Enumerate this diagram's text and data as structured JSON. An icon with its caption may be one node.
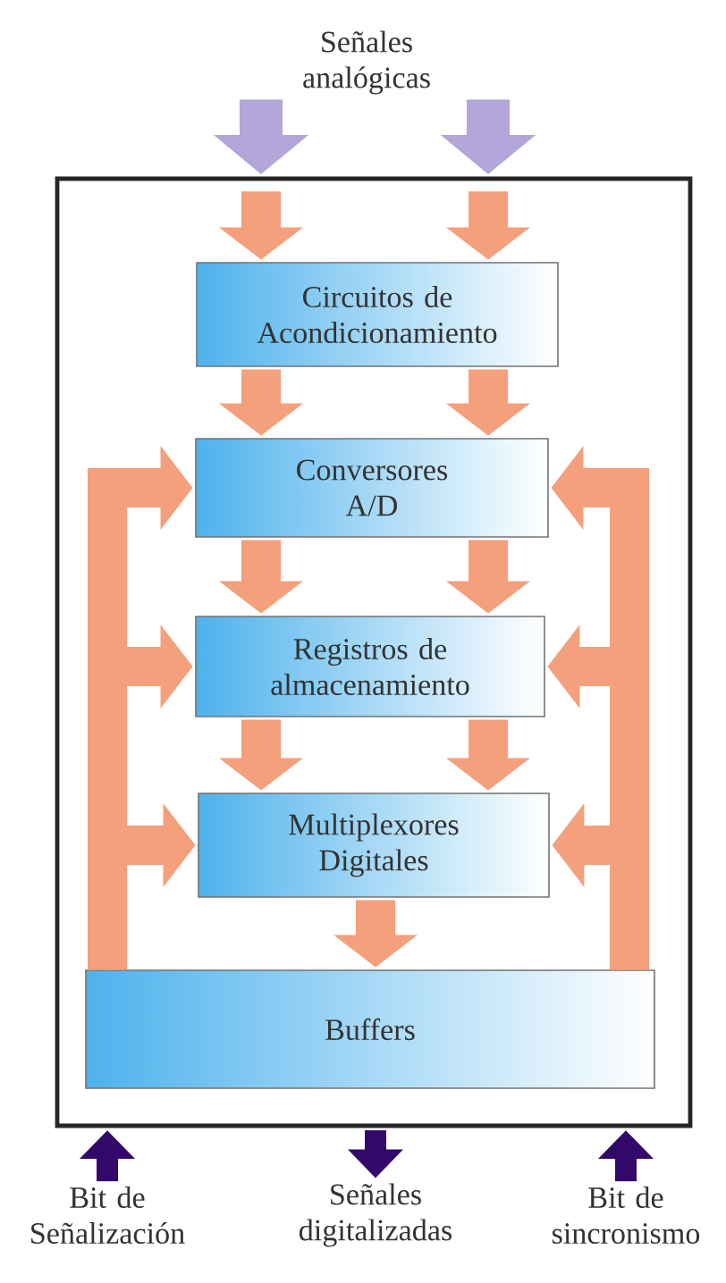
{
  "diagram": {
    "nodes": [
      {
        "text": [
          "Señales analógicas"
        ]
      },
      {
        "text": [],
        "shape": "box"
      },
      {
        "text": [
          "Circuitos de Acondicionamiento"
        ],
        "in": 1
      },
      {
        "text": [
          "Conversores A/D"
        ],
        "in": 1
      },
      {
        "text": [
          "Registros de almacenamiento"
        ],
        "in": 1
      },
      {
        "text": [
          "Multiplexores Digitales"
        ],
        "in": 1
      },
      {
        "text": [
          "Buffers"
        ],
        "in": 1
      },
      {
        "text": [
          "Bit de Señalización"
        ]
      },
      {
        "text": [
          "Señales digitalizadas"
        ]
      },
      {
        "text": [
          "Bit de sincronismo"
        ]
      }
    ],
    "edges": [
      {
        "from": 0,
        "to": 1,
        "arrow": "to",
        "color": "#b3a6d8"
      },
      {
        "from": 0,
        "to": 1,
        "arrow": "to",
        "color": "#b3a6d8"
      },
      {
        "from": 1,
        "to": 2,
        "arrow": "to"
      },
      {
        "from": 1,
        "to": 2,
        "arrow": "to"
      },
      {
        "from": 2,
        "to": 3,
        "arrow": "to"
      },
      {
        "from": 2,
        "to": 3,
        "arrow": "to"
      },
      {
        "from": 3,
        "to": 4,
        "arrow": "to"
      },
      {
        "from": 3,
        "to": 4,
        "arrow": "to"
      },
      {
        "from": 4,
        "to": 5,
        "arrow": "to"
      },
      {
        "from": 4,
        "to": 5,
        "arrow": "to"
      },
      {
        "from": 5,
        "to": 6,
        "arrow": "to"
      },
      {
        "from": 6,
        "to": 3,
        "arrow": "to"
      },
      {
        "from": 6,
        "to": 4,
        "arrow": "to"
      },
      {
        "from": 6,
        "to": 5,
        "arrow": "to"
      },
      {
        "from": 6,
        "to": 3,
        "arrow": "to"
      },
      {
        "from": 6,
        "to": 4,
        "arrow": "to"
      },
      {
        "from": 6,
        "to": 5,
        "arrow": "to"
      },
      {
        "from": 7,
        "to": 1,
        "arrow": "to",
        "color": "#33086b"
      },
      {
        "from": 1,
        "to": 8,
        "arrow": "to",
        "color": "#33086b"
      },
      {
        "from": 9,
        "to": 1,
        "arrow": "to",
        "color": "#33086b"
      }
    ]
  }
}
